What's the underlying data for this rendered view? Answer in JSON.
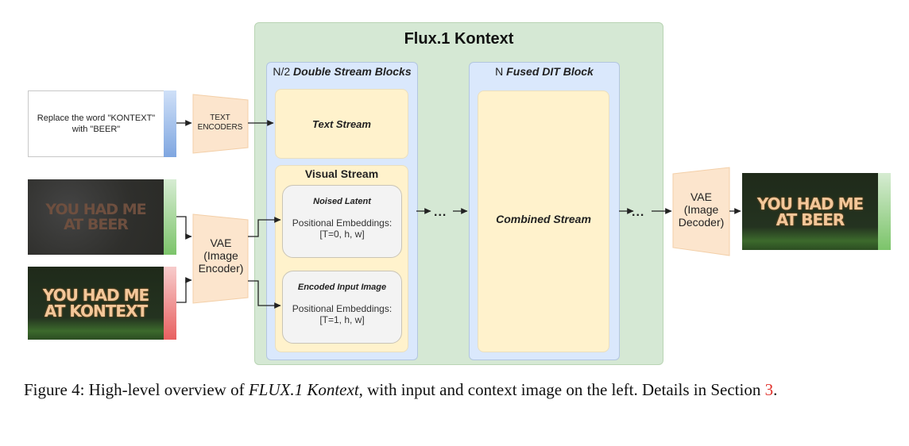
{
  "figure": {
    "title": "Flux.1 Kontext",
    "prompt_text": "Replace the word \"KONTEXT\" with \"BEER\"",
    "text_encoder_label": "TEXT ENCODERS",
    "vae_encoder_label": "VAE (Image Encoder)",
    "vae_decoder_label": "VAE (Image Decoder)",
    "double_stream_block": {
      "prefix": "N/2 ",
      "name": "Double Stream Blocks"
    },
    "fused_block": {
      "prefix": "N ",
      "name": "Fused DIT Block"
    },
    "text_stream_label": "Text Stream",
    "visual_stream_label": "Visual Stream",
    "noised_latent": {
      "title": "Noised Latent",
      "line1": "Positional Embeddings:",
      "line2": "[T=0, h, w]"
    },
    "encoded_input": {
      "title": "Encoded Input Image",
      "line1": "Positional Embeddings:",
      "line2": "[T=1, h, w]"
    },
    "combined_stream_label": "Combined Stream",
    "ellipsis": "...",
    "images": {
      "noised": {
        "line1": "YOU HAD ME",
        "line2": "AT BEER"
      },
      "context": {
        "line1": "YOU HAD ME",
        "line2": "AT KONTEXT"
      },
      "output": {
        "line1": "YOU HAD ME",
        "line2": "AT BEER"
      }
    },
    "colors": {
      "outer_green": "#d5e8d4",
      "block_blue": "#dae8fc",
      "stream_yellow": "#fff2cc",
      "encoder_orange": "#fce5cd",
      "prompt_strip_blue": "#7fa6e0",
      "noised_strip_green": "#7cc46a",
      "context_strip_red": "#e86060"
    }
  },
  "caption": {
    "label": "Figure 4: High-level overview of ",
    "italic": "FLUX.1 Kontext",
    "rest": ", with input and context image on the left. Details in Section ",
    "ref": "3",
    "end": "."
  }
}
